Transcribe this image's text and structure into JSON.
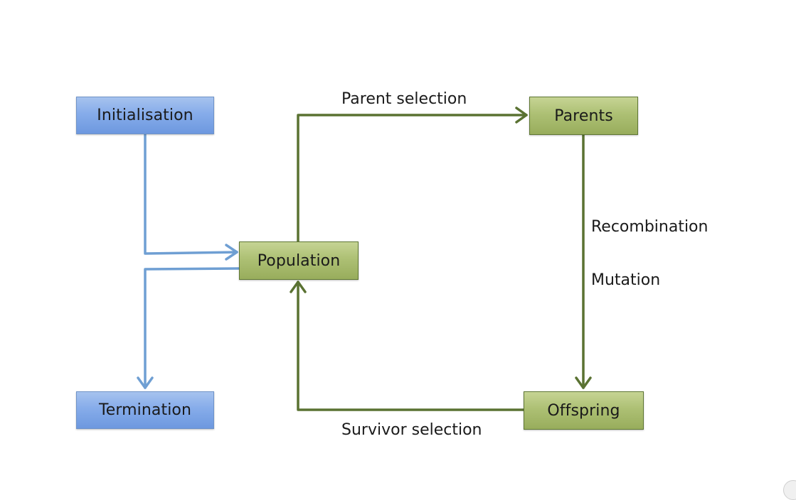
{
  "nodes": {
    "initialisation": "Initialisation",
    "termination": "Termination",
    "population": "Population",
    "parents": "Parents",
    "offspring": "Offspring"
  },
  "edge_labels": {
    "parent_selection": "Parent selection",
    "recombination": "Recombination",
    "mutation": "Mutation",
    "survivor_selection": "Survivor selection"
  },
  "colors": {
    "blue_node": "#86acea",
    "blue_edge": "#6f9fd3",
    "green_node": "#adc074",
    "green_edge": "#5a7232"
  }
}
